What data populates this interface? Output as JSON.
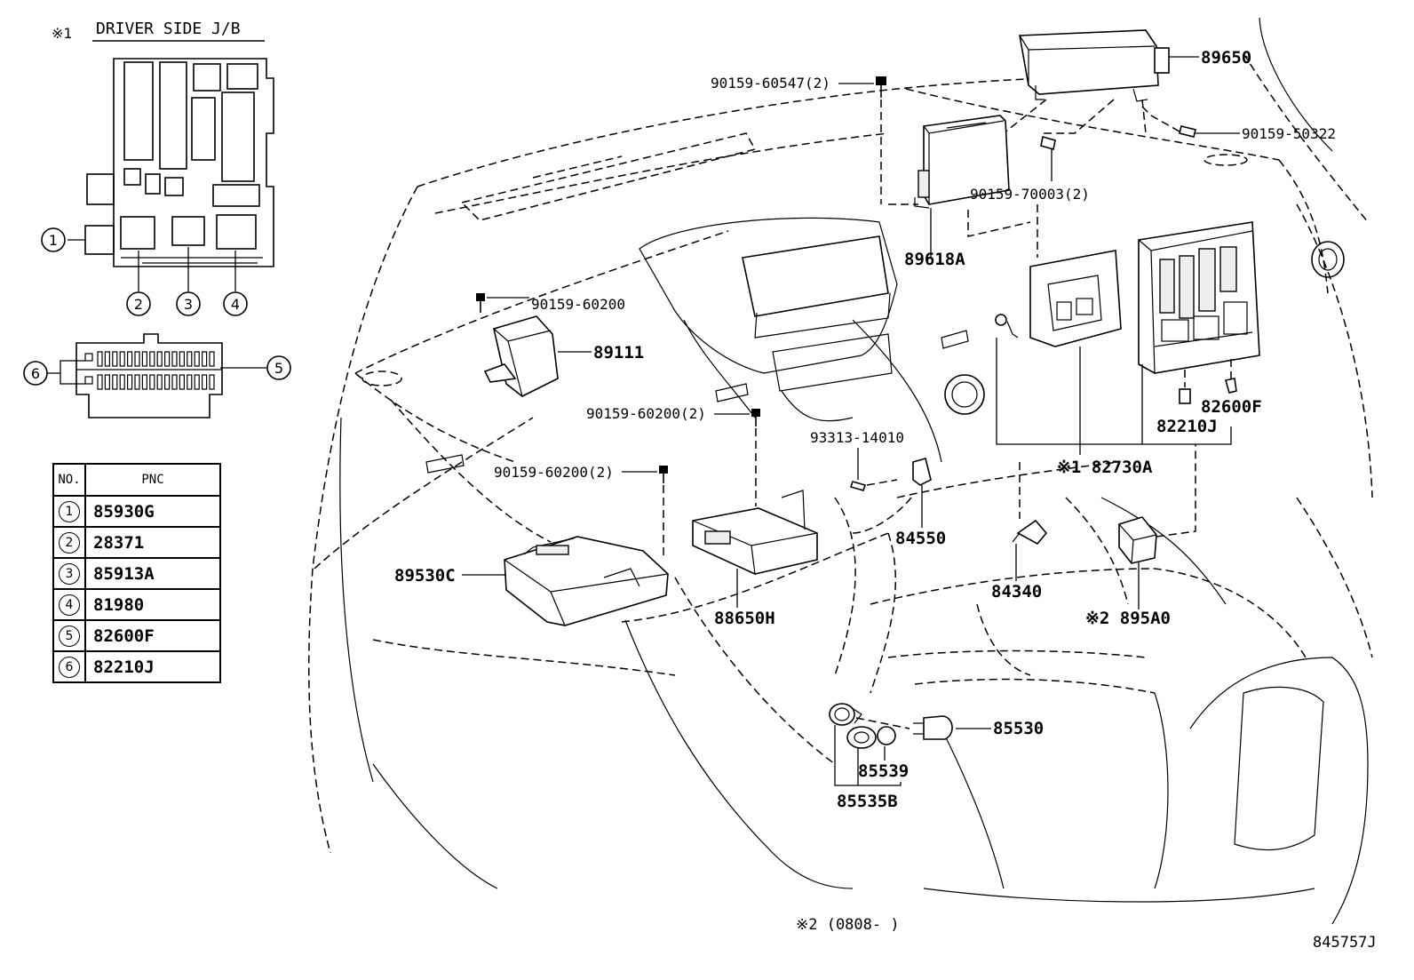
{
  "inset": {
    "mark": "※1",
    "title": "DRIVER SIDE J/B",
    "callouts": [
      "1",
      "2",
      "3",
      "4",
      "5",
      "6"
    ]
  },
  "table": {
    "headers": [
      "NO.",
      "PNC"
    ],
    "rows": [
      {
        "no": "1",
        "pnc": "85930G"
      },
      {
        "no": "2",
        "pnc": "28371"
      },
      {
        "no": "3",
        "pnc": "85913A"
      },
      {
        "no": "4",
        "pnc": "81980"
      },
      {
        "no": "5",
        "pnc": "82600F"
      },
      {
        "no": "6",
        "pnc": "82210J"
      }
    ]
  },
  "parts": {
    "p89650": "89650",
    "b60547": "90159-60547(2)",
    "b50322": "90159-50322",
    "b70003": "90159-70003(2)",
    "p89618A": "89618A",
    "b60200a": "90159-60200",
    "p89111": "89111",
    "b60200b": "90159-60200(2)",
    "b60200c": "90159-60200(2)",
    "b93313": "93313-14010",
    "p84550": "84550",
    "p89530C": "89530C",
    "p88650H": "88650H",
    "p82600F": "82600F",
    "p82210J": "82210J",
    "p82730A": "※1 82730A",
    "p84340": "84340",
    "p895A0": "※2 895A0",
    "p85530": "85530",
    "p85539": "85539",
    "p85535B": "85535B"
  },
  "footnote": "※2 (0808-   )",
  "diagram_code": "845757J"
}
